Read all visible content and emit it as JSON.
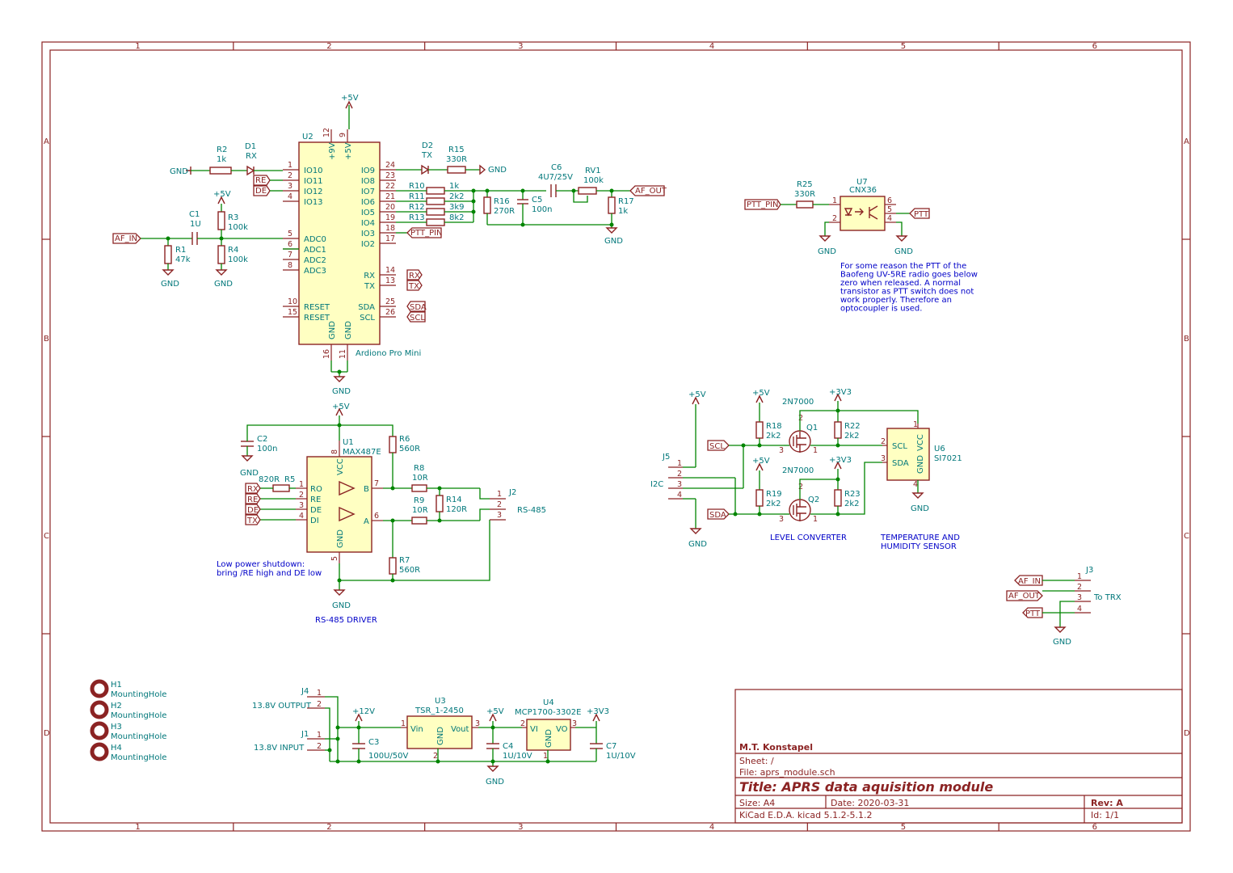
{
  "border": {
    "cols": [
      "1",
      "2",
      "3",
      "4",
      "5",
      "6"
    ],
    "rows": [
      "A",
      "B",
      "C",
      "D"
    ]
  },
  "title_block": {
    "author": "M.T. Konstapel",
    "sheet": "Sheet: /",
    "file": "File: aprs_module.sch",
    "title": "Title: APRS data aquisition module",
    "size": "Size: A4",
    "date": "Date: 2020-03-31",
    "rev": "Rev: A",
    "tool": "KiCad E.D.A.  kicad 5.1.2-5.1.2",
    "id": "Id: 1/1"
  },
  "u2": {
    "ref": "U2",
    "value": "Ardiono Pro Mini",
    "pins_left": [
      {
        "num": "1",
        "name": "IO10"
      },
      {
        "num": "2",
        "name": "IO11"
      },
      {
        "num": "3",
        "name": "IO12"
      },
      {
        "num": "4",
        "name": "IO13"
      },
      {
        "num": "5",
        "name": "ADC0"
      },
      {
        "num": "6",
        "name": "ADC1"
      },
      {
        "num": "7",
        "name": "ADC2"
      },
      {
        "num": "8",
        "name": "ADC3"
      },
      {
        "num": "10",
        "name": "RESET"
      },
      {
        "num": "15",
        "name": "RESET"
      }
    ],
    "pins_right": [
      {
        "num": "24",
        "name": "IO9"
      },
      {
        "num": "23",
        "name": "IO8"
      },
      {
        "num": "22",
        "name": "IO7"
      },
      {
        "num": "21",
        "name": "IO6"
      },
      {
        "num": "20",
        "name": "IO5"
      },
      {
        "num": "19",
        "name": "IO4"
      },
      {
        "num": "18",
        "name": "IO3"
      },
      {
        "num": "17",
        "name": "IO2"
      },
      {
        "num": "14",
        "name": "RX"
      },
      {
        "num": "13",
        "name": "TX"
      },
      {
        "num": "25",
        "name": "SDA"
      },
      {
        "num": "26",
        "name": "SCL"
      }
    ],
    "top_pins": [
      {
        "num": "12",
        "name": "+9V"
      },
      {
        "num": "9",
        "name": "+5V"
      }
    ],
    "bottom_pins": [
      {
        "num": "16",
        "name": "GND"
      },
      {
        "num": "11",
        "name": "GND"
      }
    ]
  },
  "u1": {
    "ref": "U1",
    "value": "MAX487E",
    "pins_left": [
      {
        "num": "1",
        "name": "RO"
      },
      {
        "num": "2",
        "name": "RE"
      },
      {
        "num": "3",
        "name": "DE"
      },
      {
        "num": "4",
        "name": "DI"
      }
    ],
    "pins_right": [
      {
        "num": "7",
        "name": "B"
      },
      {
        "num": "6",
        "name": "A"
      }
    ],
    "top": {
      "num": "8",
      "name": "VCC"
    },
    "bottom": {
      "num": "5",
      "name": "GND"
    }
  },
  "components": {
    "r1": {
      "ref": "R1",
      "val": "47k"
    },
    "r2": {
      "ref": "R2",
      "val": "1k"
    },
    "r3": {
      "ref": "R3",
      "val": "100k"
    },
    "r4": {
      "ref": "R4",
      "val": "100k"
    },
    "r5": {
      "ref": "R5",
      "val": "820R"
    },
    "r6": {
      "ref": "R6",
      "val": "560R"
    },
    "r7": {
      "ref": "R7",
      "val": "560R"
    },
    "r8": {
      "ref": "R8",
      "val": "10R"
    },
    "r9": {
      "ref": "R9",
      "val": "10R"
    },
    "r10": {
      "ref": "R10",
      "val": "1k"
    },
    "r11": {
      "ref": "R11",
      "val": "2k2"
    },
    "r12": {
      "ref": "R12",
      "val": "3k9"
    },
    "r13": {
      "ref": "R13",
      "val": "8k2"
    },
    "r14": {
      "ref": "R14",
      "val": "120R"
    },
    "r15": {
      "ref": "R15",
      "val": "330R"
    },
    "r16": {
      "ref": "R16",
      "val": "270R"
    },
    "r17": {
      "ref": "R17",
      "val": "1k"
    },
    "r18": {
      "ref": "R18",
      "val": "2k2"
    },
    "r19": {
      "ref": "R19",
      "val": "2k2"
    },
    "r22": {
      "ref": "R22",
      "val": "2k2"
    },
    "r23": {
      "ref": "R23",
      "val": "2k2"
    },
    "r25": {
      "ref": "R25",
      "val": "330R"
    },
    "c1": {
      "ref": "C1",
      "val": "1U"
    },
    "c2": {
      "ref": "C2",
      "val": "100n"
    },
    "c3": {
      "ref": "C3",
      "val": "100U/50V"
    },
    "c4": {
      "ref": "C4",
      "val": "1U/10V"
    },
    "c5": {
      "ref": "C5",
      "val": "100n"
    },
    "c6": {
      "ref": "C6",
      "val": "4U7/25V"
    },
    "c7": {
      "ref": "C7",
      "val": "1U/10V"
    },
    "d1": {
      "ref": "D1",
      "val": "RX"
    },
    "d2": {
      "ref": "D2",
      "val": "TX"
    },
    "rv1": {
      "ref": "RV1",
      "val": "100k"
    },
    "q1": {
      "ref": "Q1",
      "val": "2N7000"
    },
    "q2": {
      "ref": "Q2",
      "val": "2N7000"
    },
    "u3": {
      "ref": "U3",
      "val": "TSR_1-2450",
      "vin": "Vin",
      "vout": "Vout",
      "gnd": "GND"
    },
    "u4": {
      "ref": "U4",
      "val": "MCP1700-3302E",
      "vi": "VI",
      "vo": "VO",
      "gnd": "GND"
    },
    "u6": {
      "ref": "U6",
      "val": "SI7021",
      "scl": "SCL",
      "sda": "SDA",
      "vcc": "VCC",
      "gnd": "GND"
    },
    "u7": {
      "ref": "U7",
      "val": "CNX36"
    },
    "j1": {
      "ref": "J1",
      "val": "13.8V INPUT"
    },
    "j2": {
      "ref": "J2",
      "val": "RS-485"
    },
    "j3": {
      "ref": "J3",
      "val": "To TRX"
    },
    "j4": {
      "ref": "J4",
      "val": "13.8V OUTPUT"
    },
    "j5": {
      "ref": "J5",
      "val": "I2C"
    },
    "h1": {
      "ref": "H1",
      "val": "MountingHole"
    },
    "h2": {
      "ref": "H2",
      "val": "MountingHole"
    },
    "h3": {
      "ref": "H3",
      "val": "MountingHole"
    },
    "h4": {
      "ref": "H4",
      "val": "MountingHole"
    }
  },
  "power": {
    "gnd": "GND",
    "p5v": "+5V",
    "p3v3": "+3V3",
    "p12v": "+12V"
  },
  "nets": {
    "af_in": "AF_IN",
    "af_out": "AF_OUT",
    "ptt_pin": "PTT_PIN",
    "ptt": "PTT",
    "re": "RE",
    "de": "DE",
    "rx": "RX",
    "tx": "TX",
    "sda": "SDA",
    "scl": "SCL"
  },
  "notes": {
    "ptt": [
      "For some reason the PTT of the",
      "Baofeng UV-5RE radio goes below",
      "zero when released. A normal",
      "transistor as PTT switch does not",
      "work properly. Therefore an",
      "optocoupler is used."
    ],
    "shutdown": [
      "Low power shutdown:",
      "bring /RE high and DE low"
    ],
    "rs485": "RS-485 DRIVER",
    "level": "LEVEL CONVERTER",
    "temp": [
      "TEMPERATURE AND",
      "HUMIDITY SENSOR"
    ]
  }
}
